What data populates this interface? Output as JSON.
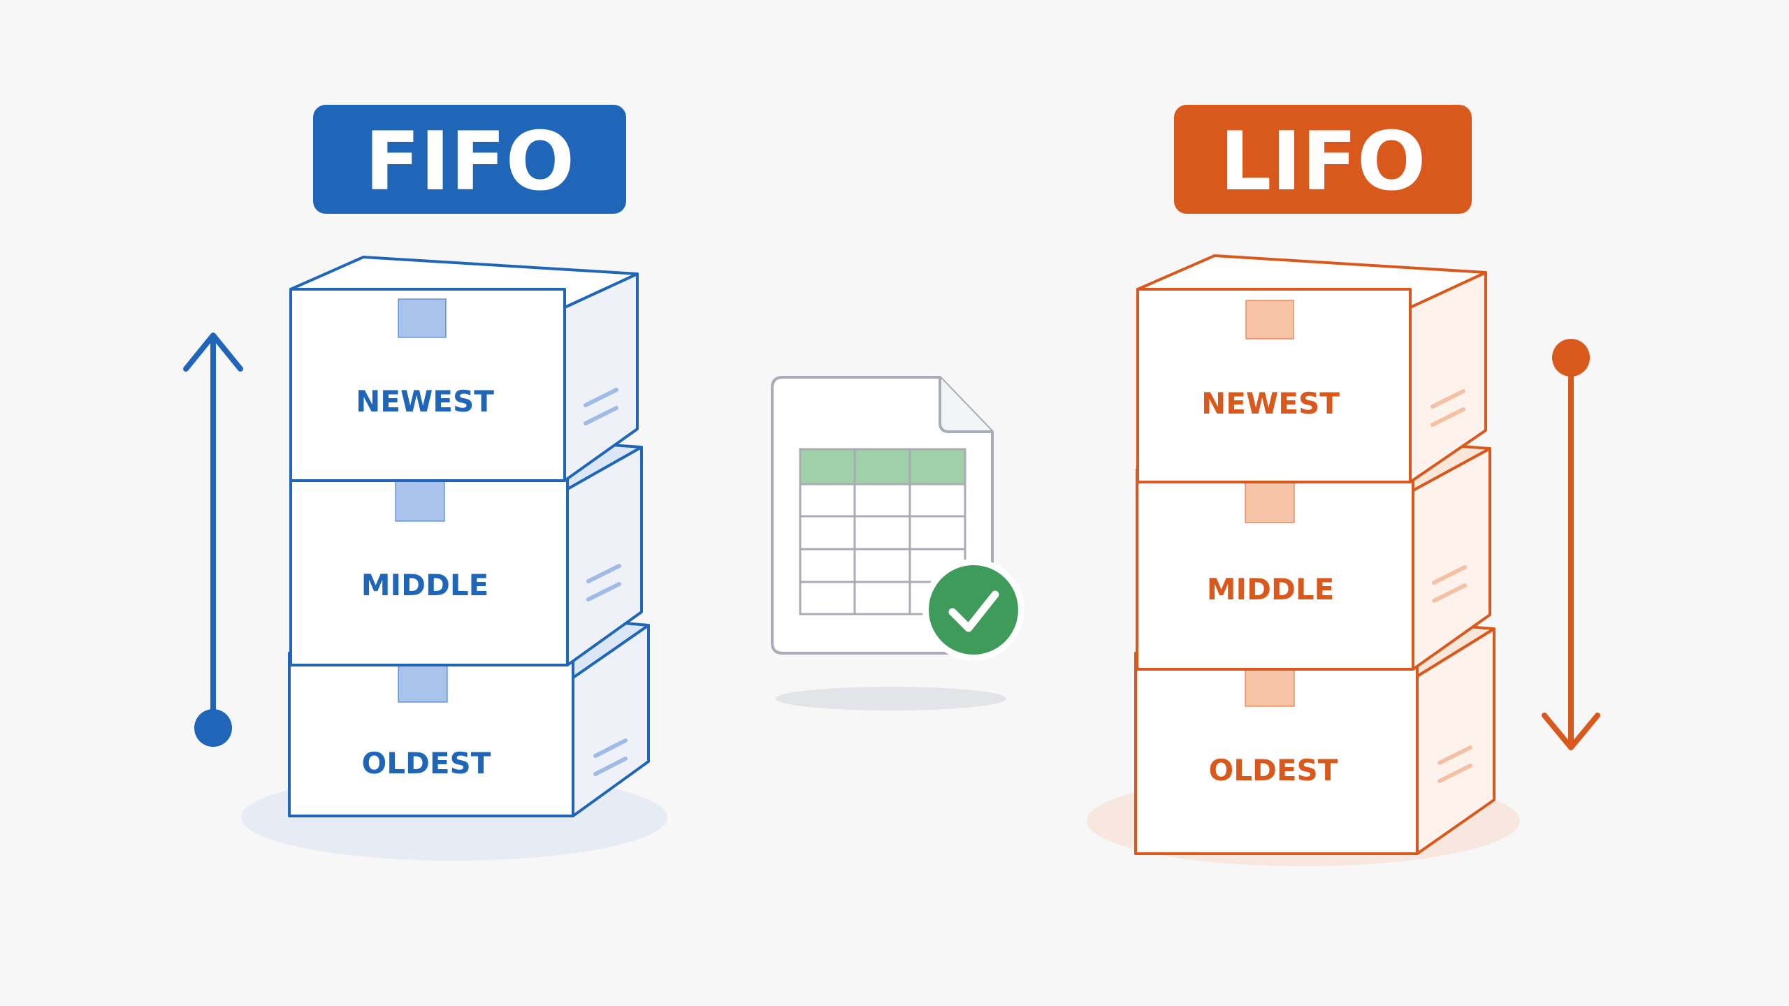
{
  "colors": {
    "fifo": "#1f66b8",
    "fifo_tint": "#dbe6f6",
    "fifo_tape": "#a9c3ec",
    "lifo": "#d9581c",
    "lifo_tint": "#fbe6da",
    "lifo_tape": "#f5c4a6",
    "sheet_header": "#9fd0a8",
    "sheet_stroke": "#a9acb4",
    "check_circle": "#3f9b5a"
  },
  "fifo": {
    "title": "FIFO",
    "boxes": [
      "NEWEST",
      "MIDDLE",
      "OLDEST"
    ],
    "arrow_icon": "arrow-up-icon"
  },
  "lifo": {
    "title": "LIFO",
    "boxes": [
      "NEWEST",
      "MIDDLE",
      "OLDEST"
    ],
    "arrow_icon": "arrow-down-icon"
  },
  "center": {
    "icon": "spreadsheet-check-icon"
  }
}
